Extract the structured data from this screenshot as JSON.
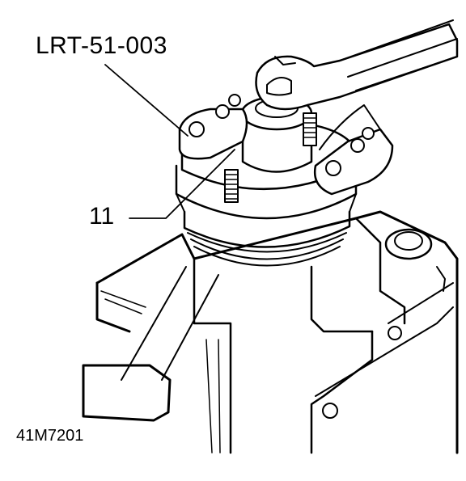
{
  "diagram": {
    "labels": {
      "tool_number": "LRT-51-003",
      "part_number": "11",
      "figure_id": "41M7201"
    },
    "colors": {
      "ink": "#000000",
      "paper": "#ffffff"
    }
  }
}
